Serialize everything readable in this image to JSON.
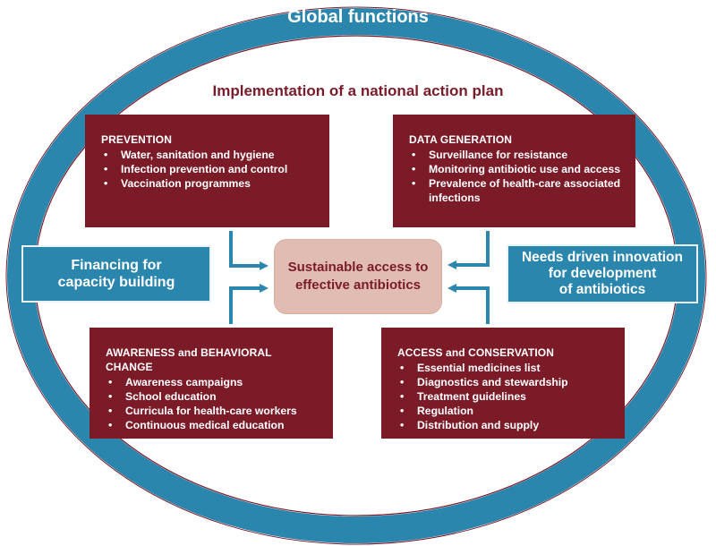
{
  "title": "Global functions",
  "subtitle": "Implementation of a national action plan",
  "center": {
    "line1": "Sustainable access to",
    "line2": "effective antibiotics"
  },
  "left_box": {
    "line1": "Financing for",
    "line2": "capacity building"
  },
  "right_box": {
    "line1": "Needs driven innovation",
    "line2": "for development",
    "line3": "of antibiotics"
  },
  "boxes": [
    {
      "heading": "PREVENTION",
      "items": [
        "Water, sanitation and hygiene",
        "Infection prevention and control",
        "Vaccination programmes"
      ]
    },
    {
      "heading": "DATA GENERATION",
      "items": [
        "Surveillance for resistance",
        "Monitoring antibiotic use and access",
        "Prevalence of health-care associated infections"
      ]
    },
    {
      "heading": "AWARENESS and BEHAVIORAL CHANGE",
      "items": [
        "Awareness campaigns",
        "School education",
        "Curricula for health-care workers",
        "Continuous medical education"
      ]
    },
    {
      "heading": "ACCESS and CONSERVATION",
      "items": [
        "Essential medicines list",
        "Diagnostics and stewardship",
        "Treatment guidelines",
        "Regulation",
        "Distribution and supply"
      ]
    }
  ],
  "colors": {
    "ring": "#2a86ad",
    "box": "#7c1b28",
    "center_fill": "#e1bcb2",
    "dark_text": "#7a1b2a"
  }
}
